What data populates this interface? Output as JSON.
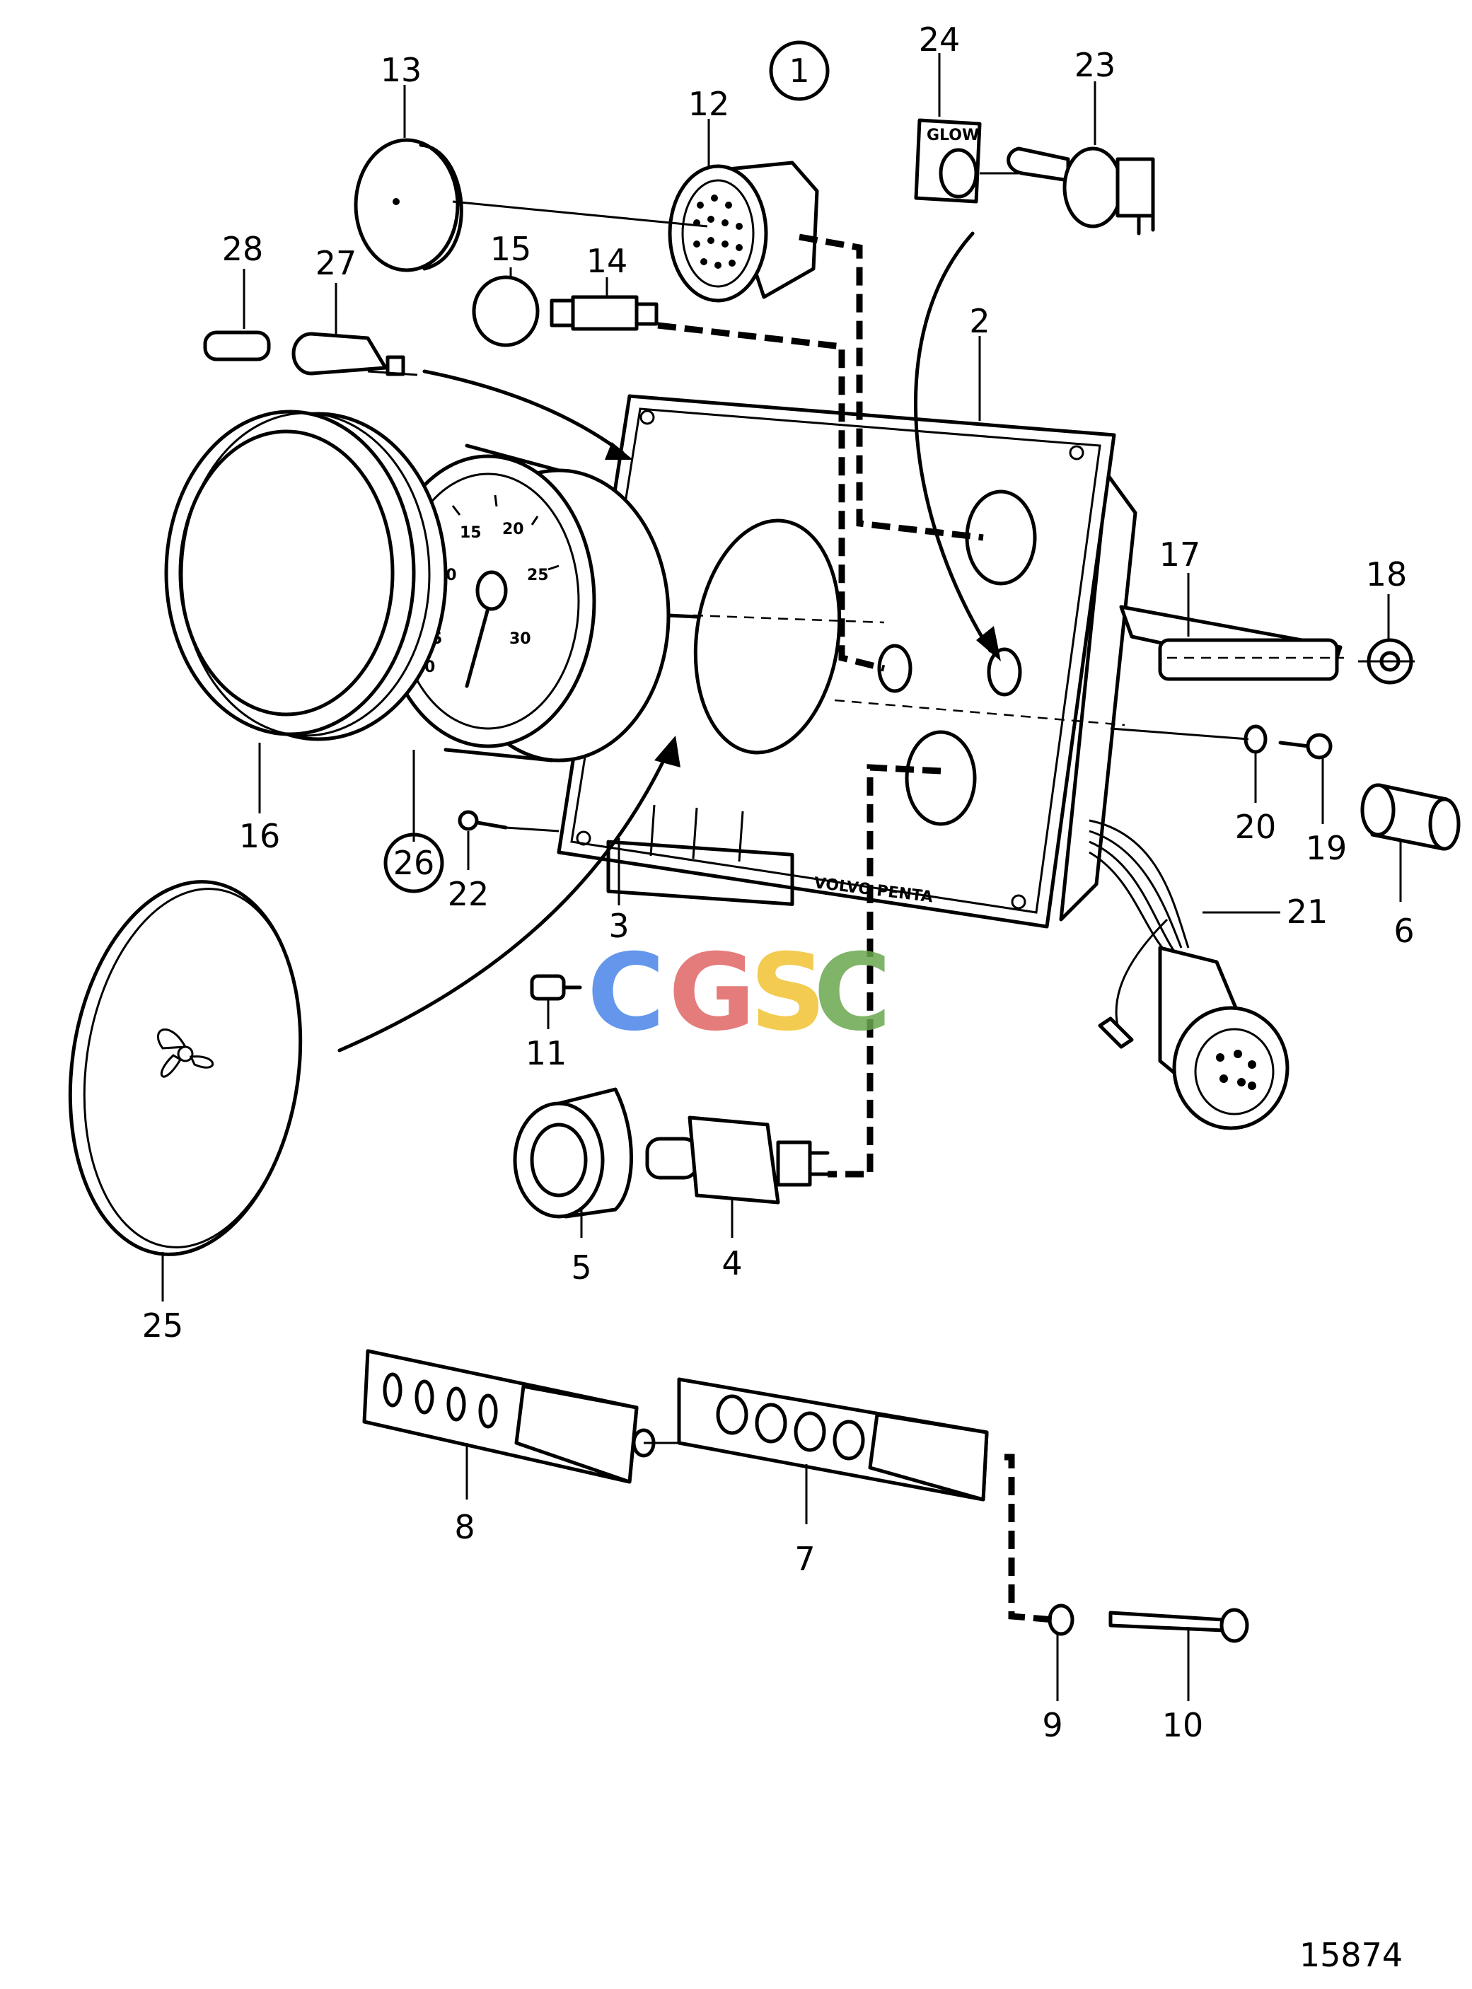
{
  "diagram": {
    "assembly_number": "1",
    "drawing_number": "15874",
    "panel_text": "VOLVO PENTA",
    "glow_label": "GLOW",
    "watermark": {
      "letters": [
        "C",
        "G",
        "S",
        "C"
      ],
      "colors": [
        "#4a86e8",
        "#e06666",
        "#f1c232",
        "#6aa84f"
      ]
    },
    "gauge_scale": [
      "5",
      "10",
      "15",
      "20",
      "25",
      "30",
      "0"
    ],
    "parts": {
      "p2": "2",
      "p3": "3",
      "p4": "4",
      "p5": "5",
      "p6": "6",
      "p7": "7",
      "p8": "8",
      "p9": "9",
      "p10": "10",
      "p11": "11",
      "p12": "12",
      "p13": "13",
      "p14": "14",
      "p15": "15",
      "p16": "16",
      "p17": "17",
      "p18": "18",
      "p19": "19",
      "p20": "20",
      "p21": "21",
      "p22": "22",
      "p23": "23",
      "p24": "24",
      "p25": "25",
      "p26": "26",
      "p27": "27",
      "p28": "28"
    }
  }
}
